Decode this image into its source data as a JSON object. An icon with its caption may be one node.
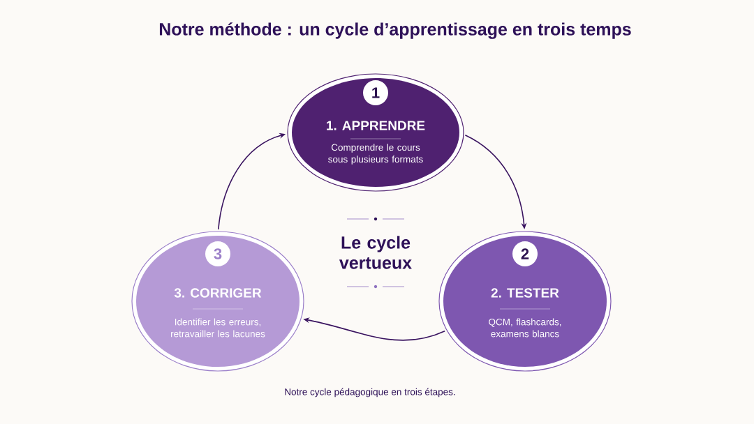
{
  "diagram": {
    "title": "Notre méthode : un cycle d’apprentissage en trois temps",
    "caption": "Notre cycle pédagogique en trois étapes.",
    "nodes": [
      {
        "text": [
          "1",
          "1. APPRENDRE",
          "Comprendre le cours sous plusieurs formats"
        ]
      },
      {
        "text": [
          "2",
          "2. TESTER",
          "QCM, flashcards, examens blancs"
        ]
      },
      {
        "text": [
          "3",
          "3. CORRIGER",
          "Identifier les erreurs, retravailler les lacunes"
        ]
      }
    ],
    "edges": [
      {
        "from": 0,
        "to": 1,
        "arrow": "to"
      },
      {
        "from": 1,
        "to": 2,
        "arrow": "to"
      },
      {
        "from": 2,
        "to": 0,
        "arrow": "to"
      }
    ],
    "labels": [
      "Le cycle vertueux"
    ]
  }
}
